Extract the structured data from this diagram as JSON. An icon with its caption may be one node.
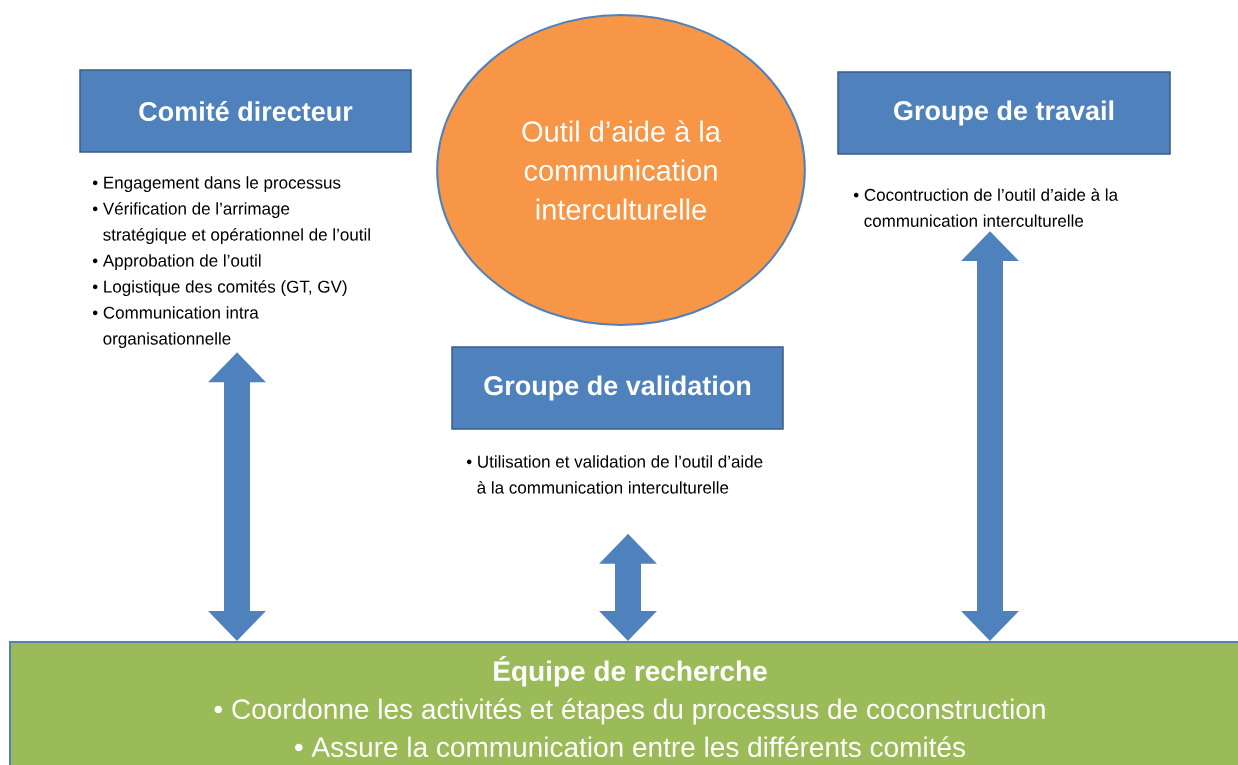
{
  "diagram": {
    "nodes": [
      {
        "text": [
          "Comité directeur"
        ],
        "beside": [
          "• Engagement dans le processus",
          "• Vérification de l’arrimage stratégique et opérationnel de l’outil",
          "• Approbation de l’outil",
          "• Logistique des comités (GT, GV)",
          "• Communication intra organisationnelle"
        ]
      },
      {
        "text": [
          "Outil d’aide à la communication interculturelle"
        ]
      },
      {
        "text": [
          "Groupe de travail"
        ],
        "beside": [
          "• Cocontruction de l’outil d’aide à la communication interculturelle"
        ]
      },
      {
        "text": [
          "Groupe de validation"
        ],
        "beside": [
          "• Utilisation et validation de l’outil d’aide à la communication interculturelle"
        ]
      },
      {
        "text": [
          "Équipe de recherche",
          "• Coordonne les activités et étapes du processus de coconstruction",
          "• Assure la communication entre les différents comités"
        ]
      }
    ],
    "edges": [
      {
        "from": 0,
        "to": 4,
        "arrow": "both"
      },
      {
        "from": 3,
        "to": 4,
        "arrow": "both"
      },
      {
        "from": 2,
        "to": 4,
        "arrow": "both"
      }
    ]
  }
}
